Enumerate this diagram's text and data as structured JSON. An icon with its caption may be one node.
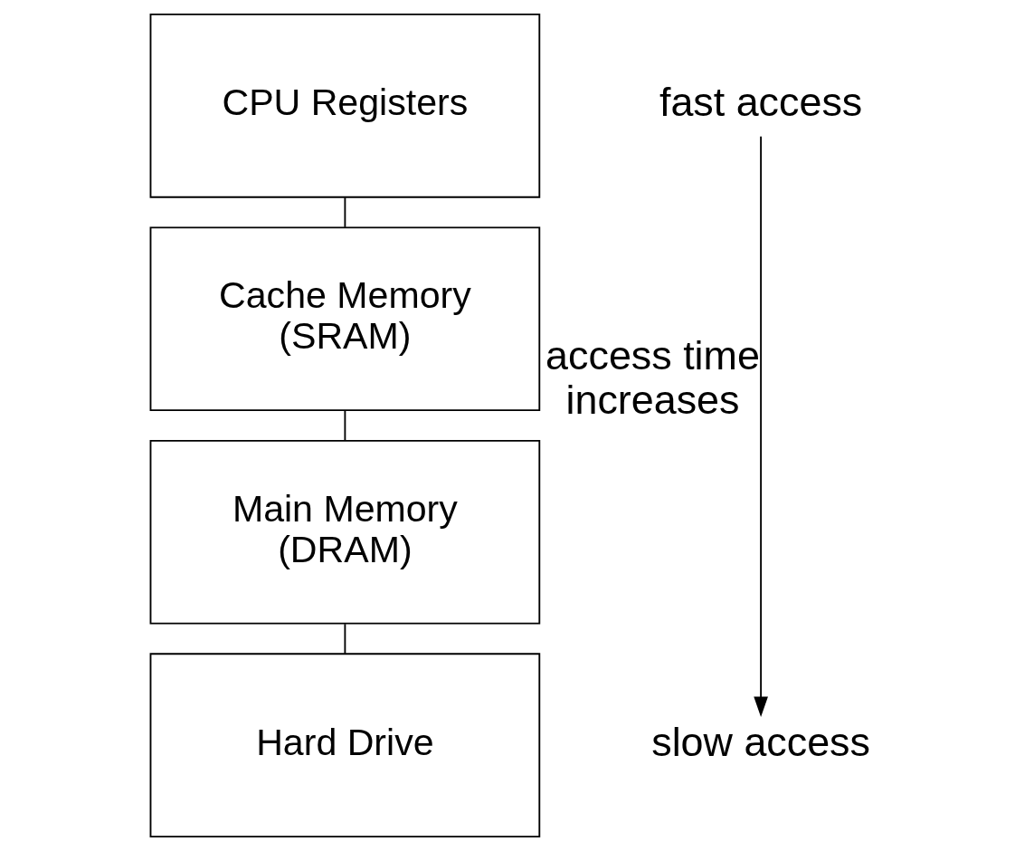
{
  "diagram": {
    "nodes": [
      {
        "text": [
          "CPU Registers"
        ]
      },
      {
        "text": [
          "Cache Memory (SRAM)"
        ]
      },
      {
        "text": [
          "Main Memory (DRAM)"
        ]
      },
      {
        "text": [
          "Hard Drive"
        ]
      },
      {
        "text": [
          "fast access"
        ]
      },
      {
        "text": [
          "slow access"
        ]
      }
    ],
    "edges": [
      {
        "from": 0,
        "to": 1,
        "arrow": "none"
      },
      {
        "from": 1,
        "to": 2,
        "arrow": "none"
      },
      {
        "from": 2,
        "to": 3,
        "arrow": "none"
      },
      {
        "from": 4,
        "to": 5,
        "arrow": "to",
        "label": "access time increases"
      }
    ]
  }
}
